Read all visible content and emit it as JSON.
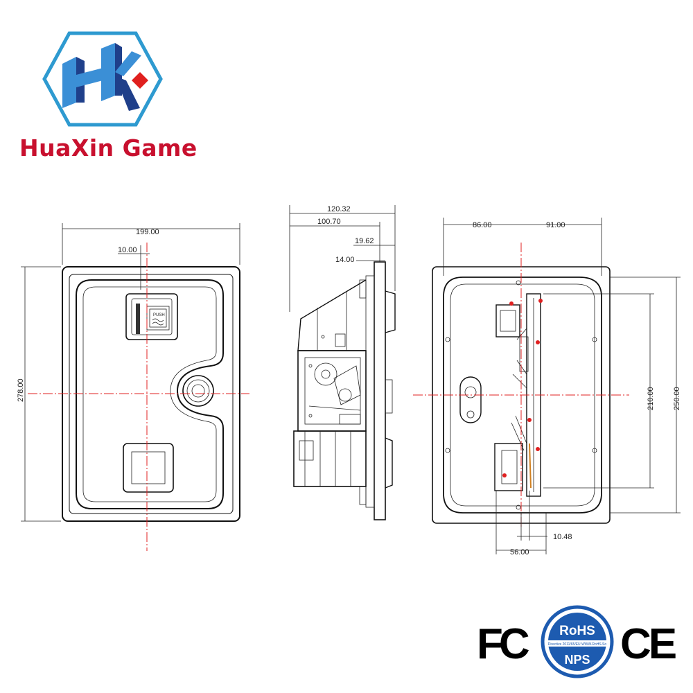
{
  "brand": {
    "name": "HuaXin Game",
    "colors": {
      "hex_blue": "#3b8fd6",
      "hex_dark": "#1f3f8a",
      "accent_red": "#c8102e"
    }
  },
  "front_view": {
    "width_dim": "199.00",
    "offset_dim": "10.00",
    "height_dim": "278.00",
    "button_label": "PUSH"
  },
  "side_view": {
    "dim_total": "120.32",
    "dim_body": "100.70",
    "dim_plate": "19.62",
    "dim_flange": "14.00"
  },
  "back_view": {
    "dim_left": "86.00",
    "dim_right": "91.00",
    "dim_inner_height": "210.00",
    "dim_outer_height": "250.00",
    "dim_small": "10.48",
    "dim_bottom": "56.00"
  },
  "certifications": {
    "fc": "FC",
    "rohs": "RoHS",
    "rohs_directive": "Directive 2011/65/EU WWW.RoHS.So",
    "nps": "NPS",
    "ce": "CE"
  }
}
